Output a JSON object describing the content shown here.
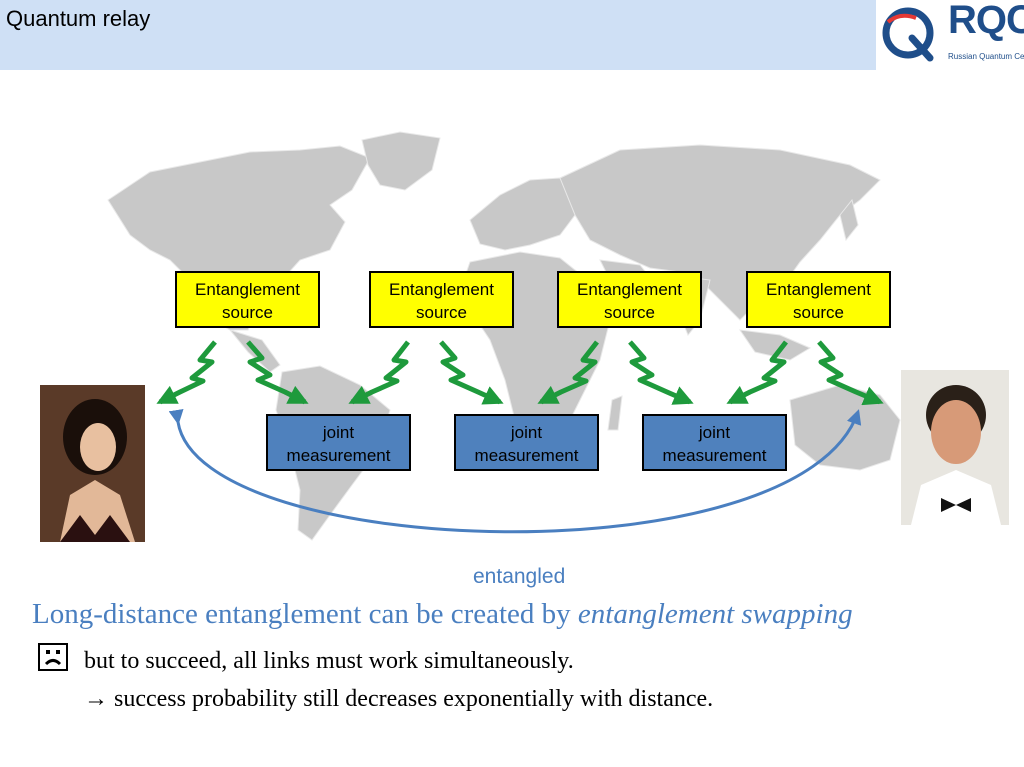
{
  "header": {
    "title": "Quantum relay",
    "logo_text": "RQC",
    "logo_subtext": "Russian Quantum Center"
  },
  "diagram": {
    "sources": [
      "Entanglement\nsource",
      "Entanglement\nsource",
      "Entanglement\nsource",
      "Entanglement\nsource"
    ],
    "measurements": [
      "joint\nmeasurement",
      "joint\nmeasurement",
      "joint\nmeasurement"
    ],
    "arc_label": "entangled"
  },
  "body": {
    "headline_prefix": "Long-distance entanglement can be created by ",
    "headline_emphasis": "entanglement swapping",
    "line1": "but to succeed, all links must work simultaneously.",
    "line2": "→ success probability still decreases exponentially with distance."
  },
  "colors": {
    "source_fill": "#ffff00",
    "measurement_fill": "#4f81bd",
    "arrow_green": "#1e9a3c",
    "arc_blue": "#4a7fc0",
    "map_gray": "#c8c8c8"
  }
}
